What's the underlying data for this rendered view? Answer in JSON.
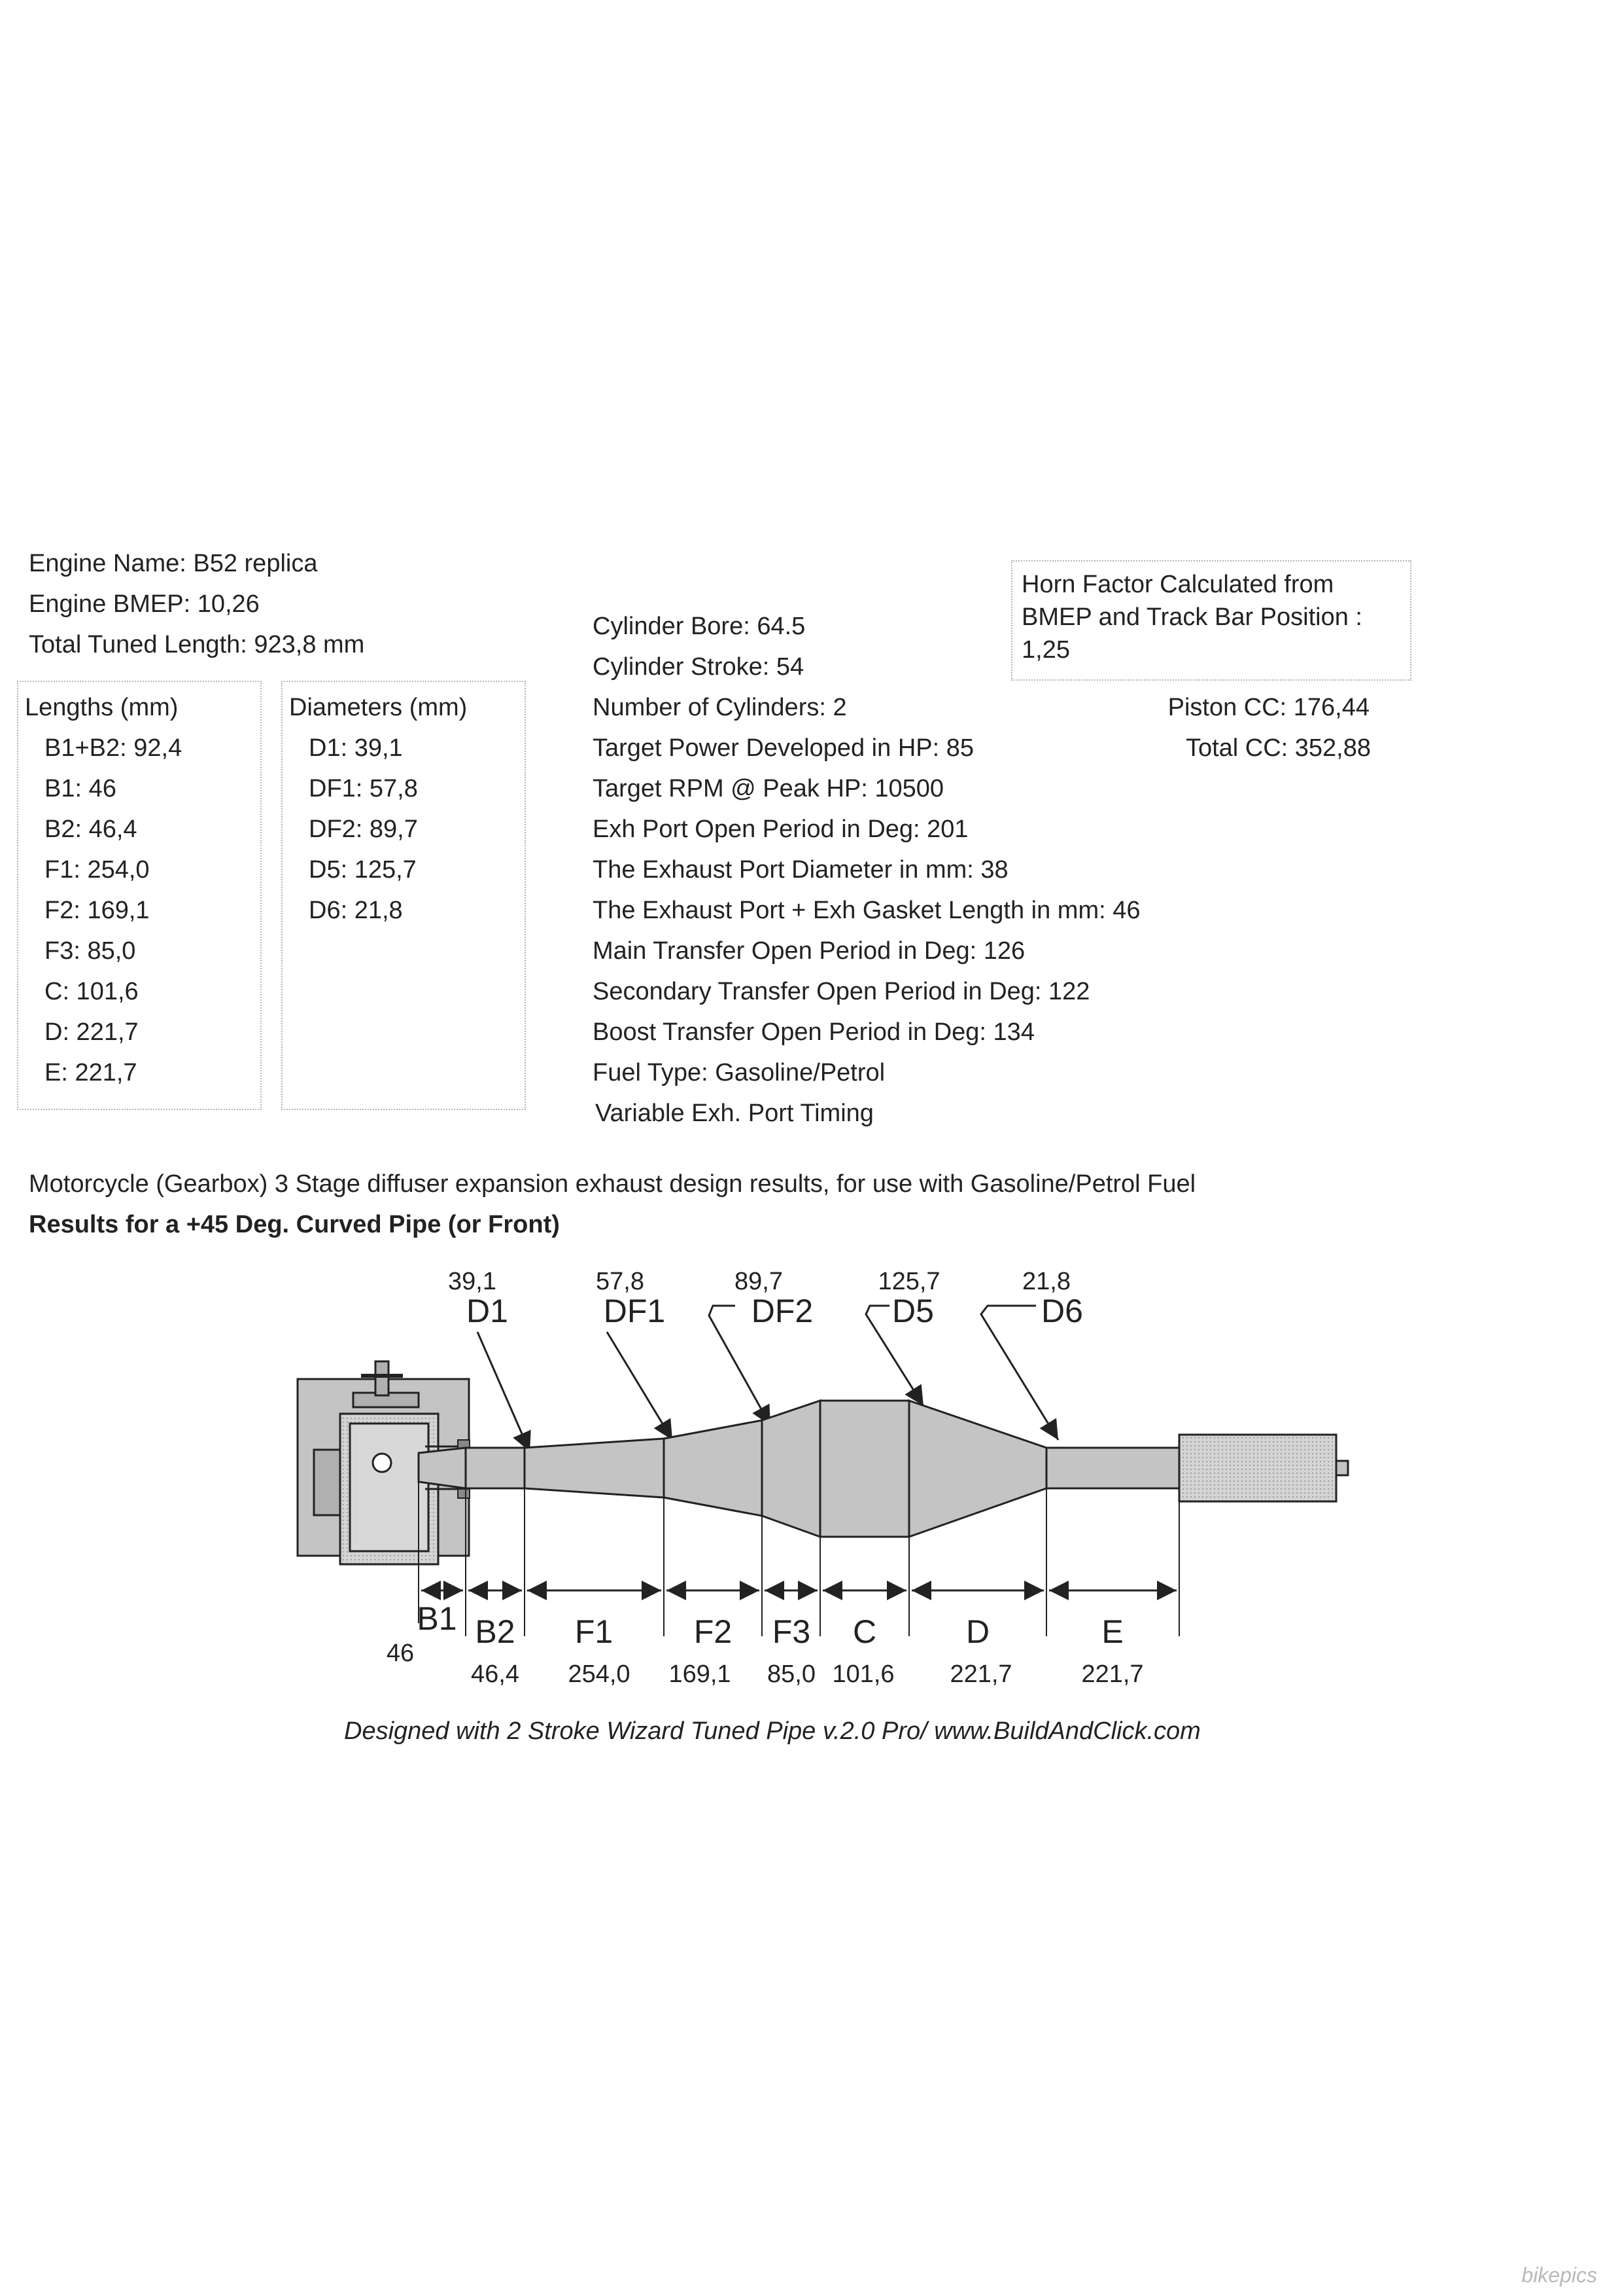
{
  "engine": {
    "name_line": "Engine Name: B52 replica",
    "bmep_line": "Engine BMEP: 10,26",
    "tuned_length_line": "Total Tuned Length: 923,8 mm"
  },
  "lengths": {
    "header": "Lengths (mm)",
    "items": [
      "B1+B2: 92,4",
      "B1: 46",
      "B2: 46,4",
      "F1: 254,0",
      "F2: 169,1",
      "F3: 85,0",
      "C: 101,6",
      "D: 221,7",
      "E: 221,7"
    ]
  },
  "diameters": {
    "header": "Diameters (mm)",
    "items": [
      "D1: 39,1",
      "DF1: 57,8",
      "DF2: 89,7",
      "D5: 125,7",
      "D6: 21,8"
    ]
  },
  "specs": [
    "Cylinder Bore: 64.5",
    "Cylinder Stroke: 54",
    "Number of Cylinders: 2",
    "Target Power Developed in HP: 85",
    "Target RPM @ Peak HP: 10500",
    "Exh Port Open Period in Deg: 201",
    "The Exhaust Port Diameter in mm: 38",
    "The Exhaust Port + Exh Gasket Length in mm: 46",
    "Main Transfer Open Period in Deg: 126",
    "Secondary Transfer Open Period in Deg: 122",
    "Boost Transfer Open Period in Deg: 134",
    "Fuel Type: Gasoline/Petrol",
    "Variable Exh. Port Timing"
  ],
  "horn": {
    "line1": "Horn Factor Calculated from",
    "line2": "BMEP and Track Bar Position :",
    "line3": "1,25"
  },
  "cc": {
    "piston": "Piston CC: 176,44",
    "total": "Total CC: 352,88"
  },
  "description": "Motorcycle (Gearbox) 3 Stage diffuser expansion exhaust design results, for use with Gasoline/Petrol Fuel",
  "results_title": "Results for a +45 Deg. Curved Pipe (or Front)",
  "diagram": {
    "diameter_labels": [
      {
        "value": "39,1",
        "name": "D1"
      },
      {
        "value": "57,8",
        "name": "DF1"
      },
      {
        "value": "89,7",
        "name": "DF2"
      },
      {
        "value": "125,7",
        "name": "D5"
      },
      {
        "value": "21,8",
        "name": "D6"
      }
    ],
    "section_labels": [
      {
        "name": "B1",
        "value": "46"
      },
      {
        "name": "B2",
        "value": "46,4"
      },
      {
        "name": "F1",
        "value": "254,0"
      },
      {
        "name": "F2",
        "value": "169,1"
      },
      {
        "name": "F3",
        "value": "85,0"
      },
      {
        "name": "C",
        "value": "101,6"
      },
      {
        "name": "D",
        "value": "221,7"
      },
      {
        "name": "E",
        "value": "221,7"
      }
    ]
  },
  "credit": "Designed with 2 Stroke Wizard Tuned Pipe v.2.0 Pro/ www.BuildAndClick.com",
  "watermark": "bikepics"
}
